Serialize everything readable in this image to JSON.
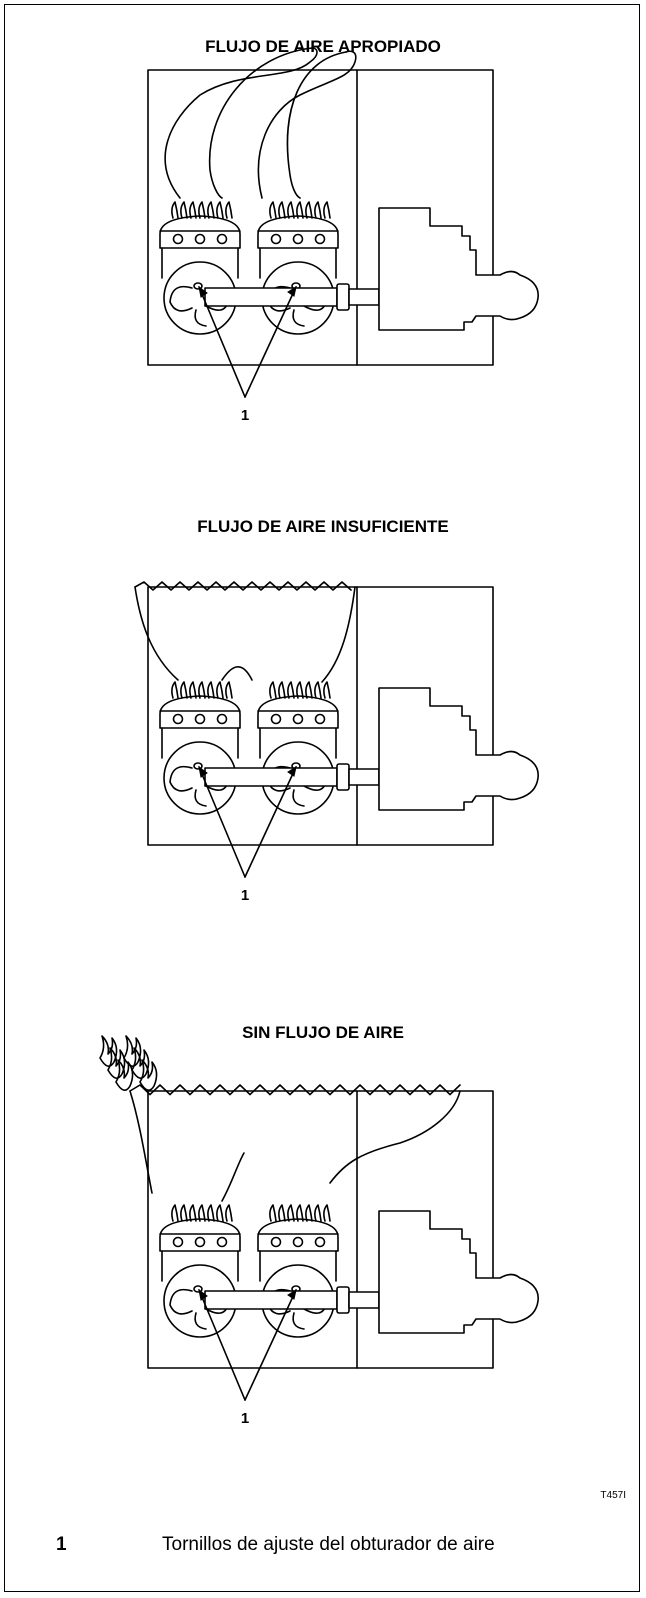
{
  "panels": [
    {
      "title": "FLUJO DE AIRE APROPIADO",
      "flame": "proper",
      "callout": "1"
    },
    {
      "title": "FLUJO DE AIRE INSUFICIENTE",
      "flame": "insufficient",
      "callout": "1"
    },
    {
      "title": "SIN FLUJO DE AIRE",
      "flame": "none",
      "callout": "1"
    }
  ],
  "figure_code": "T457I",
  "legend": {
    "number": "1",
    "text": "Tornillos de ajuste del obturador de aire"
  }
}
